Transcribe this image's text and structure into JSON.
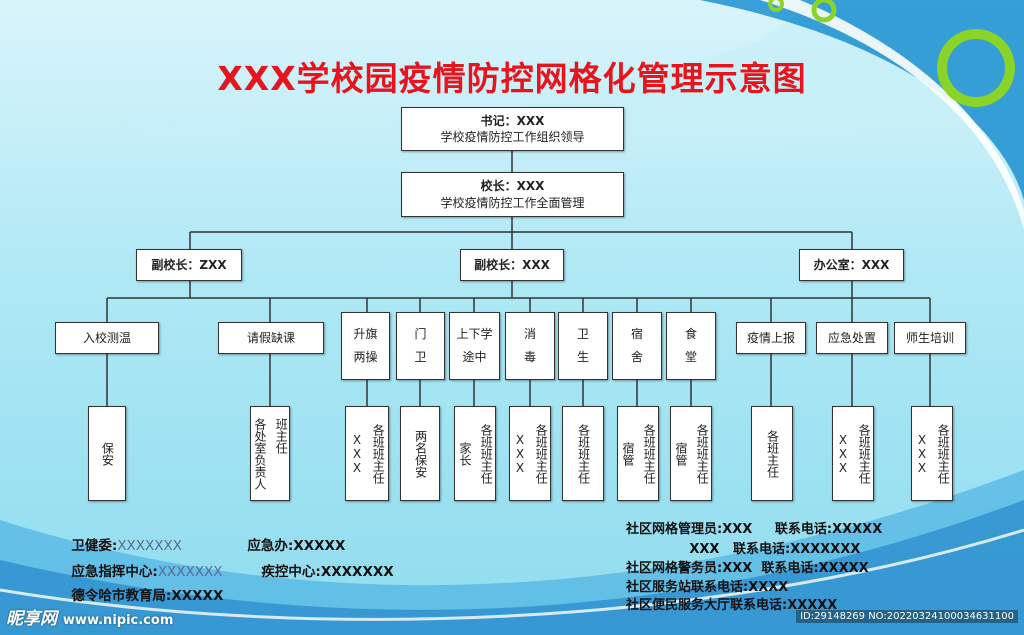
{
  "title": "XXX学校园疫情防控网格化管理示意图",
  "top": [
    {
      "l1": "书记：XXX",
      "l2": "学校疫情防控工作组织领导"
    },
    {
      "l1": "校长：XXX",
      "l2": "学校疫情防控工作全面管理"
    }
  ],
  "managers": [
    "副校长：ZXX",
    "副校长：XXX",
    "办公室：XXX"
  ],
  "tasks": [
    "入校测温",
    "请假缺课",
    "升旗两操",
    "门卫",
    "上下学途中",
    "消毒",
    "卫生",
    "宿舍",
    "食堂",
    "疫情上报",
    "应急处置",
    "师生培训"
  ],
  "responsible": [
    [
      "保安"
    ],
    [
      "班主任",
      "各处室负责人"
    ],
    [
      "各班班主任",
      "XXX"
    ],
    [
      "两名保安"
    ],
    [
      "各班班主任",
      "家长"
    ],
    [
      "各班班主任",
      "XXX"
    ],
    [
      "各班班主任"
    ],
    [
      "各班班主任",
      "宿管"
    ],
    [
      "各班班主任",
      "宿管"
    ],
    [
      "各班主任"
    ],
    [
      "各班班主任",
      "XXX"
    ],
    [
      "各班班主任",
      "XXX"
    ]
  ],
  "contacts_left": [
    {
      "label": "卫健委:",
      "value": "XXXXXXX",
      "label2": "应急办:",
      "value2": "XXXXX"
    },
    {
      "label": "应急指挥中心:",
      "value": "XXXXXXX",
      "label2": "疾控中心:",
      "value2": "XXXXXXX"
    },
    {
      "label": "德令哈市教育局:",
      "value": "XXXXX"
    }
  ],
  "contacts_right": [
    "社区网格管理员:XXX     联系电话:XXXXX",
    "              XXX   联系电话:XXXXXXX",
    "社区网格警务员:XXX  联系电话:XXXXX",
    "社区服务站联系电话:XXXX",
    "社区便民服务大厅联系电话:XXXXX"
  ],
  "watermark": "昵享网",
  "watermark_url": "www.nipic.com",
  "image_id": "ID:29148269 NO:20220324100034631100",
  "colors": {
    "title": "#e8141d",
    "ring": "#7ed321"
  }
}
